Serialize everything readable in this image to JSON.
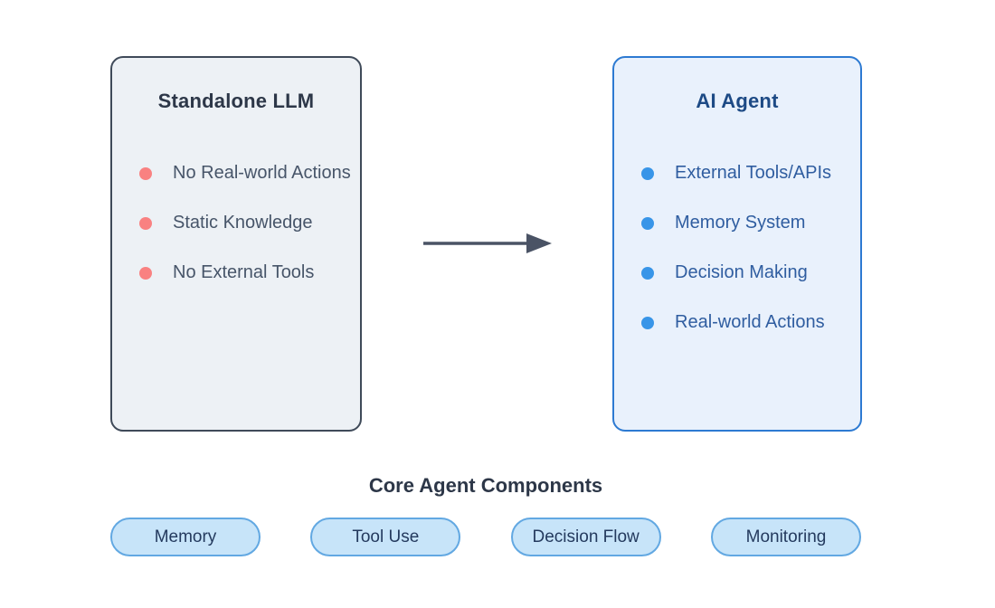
{
  "left_box": {
    "title": "Standalone LLM",
    "items": [
      "No Real-world Actions",
      "Static Knowledge",
      "No External Tools"
    ],
    "fill_color": "#edf1f5",
    "border_color": "#3f4a59",
    "title_color": "#2d3748",
    "text_color": "#475569",
    "bullet_color": "#f98181"
  },
  "right_box": {
    "title": "AI Agent",
    "items": [
      "External Tools/APIs",
      "Memory System",
      "Decision Making",
      "Real-world Actions"
    ],
    "fill_color": "#e9f1fc",
    "border_color": "#2d7ad2",
    "title_color": "#1d4a85",
    "text_color": "#2f5da0",
    "bullet_color": "#3895e8"
  },
  "arrow": {
    "direction": "right",
    "color": "#4a5365"
  },
  "components": {
    "heading": "Core Agent Components",
    "heading_color": "#2d3748",
    "pills": [
      "Memory",
      "Tool Use",
      "Decision Flow",
      "Monitoring"
    ],
    "pill_fill_color": "#c7e4f9",
    "pill_border_color": "#62a8e2",
    "pill_text_color": "#243a5e"
  }
}
